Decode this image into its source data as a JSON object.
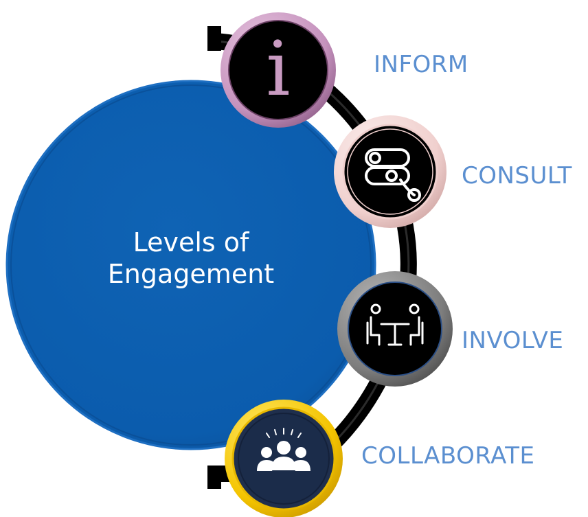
{
  "center": {
    "line1": "Levels of",
    "line2": "Engagement",
    "color": "#0b5cad"
  },
  "levels": [
    {
      "label": "INFORM",
      "icon": "info-icon",
      "ring_color": "#c99bc2"
    },
    {
      "label": "CONSULT",
      "icon": "flowchart-icon",
      "ring_color": "#f2d4d2"
    },
    {
      "label": "INVOLVE",
      "icon": "meeting-icon",
      "ring_color": "#777777"
    },
    {
      "label": "COLLABORATE",
      "icon": "team-icon",
      "ring_color": "#f2c200"
    }
  ],
  "label_color": "#5b8fd0",
  "arc_color": "#000000"
}
